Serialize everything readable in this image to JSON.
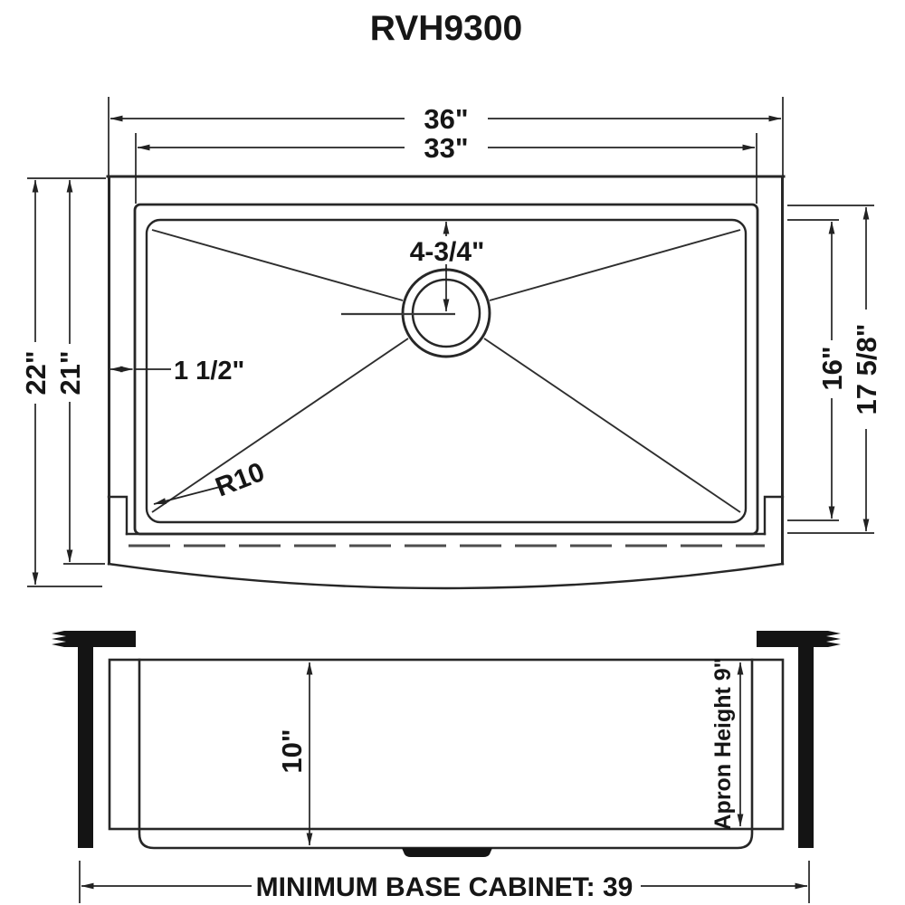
{
  "title": "RVH9300",
  "colors": {
    "ink": "#1f1f1f",
    "background": "#ffffff",
    "hidden_line": "#4d4d4d"
  },
  "top_view": {
    "labels": {
      "overall_width": "36\"",
      "bowl_width": "33\"",
      "overall_depth": "22\"",
      "rim_depth": "21\"",
      "bowl_bottom_depth": "16\"",
      "bowl_depth": "17 5/8\"",
      "drain_setback": "4-3/4\"",
      "rim_width": "1 1/2\"",
      "corner_radius": "R10"
    }
  },
  "front_view": {
    "labels": {
      "bowl_height": "10\"",
      "apron_height": "Apron Height 9\"",
      "base_cabinet_note": "MINIMUM BASE CABINET: 39"
    }
  }
}
